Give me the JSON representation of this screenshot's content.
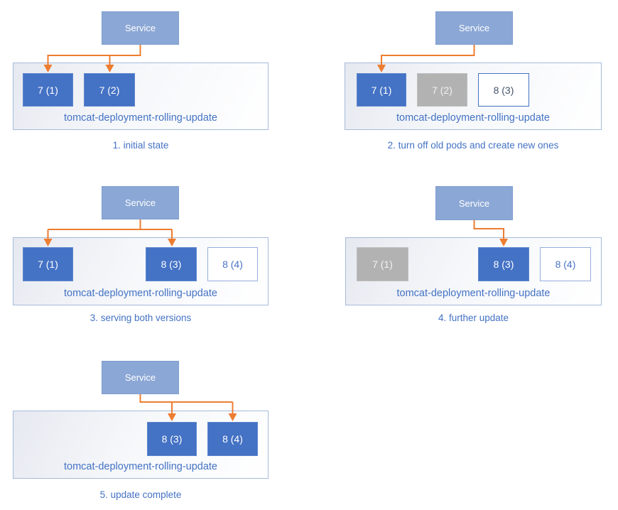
{
  "colors": {
    "service_fill": "#8BA7D5",
    "pod_active_fill": "#4472C4",
    "pod_inactive_fill": "#B2B2B2",
    "pod_new_border": "#95AEDE",
    "connector_orange": "#ED7D31",
    "label_blue": "#4472C4"
  },
  "panels": [
    {
      "caption": "1. initial state",
      "service_label": "Service",
      "deployment_label": "tomcat-deployment-rolling-update",
      "pods": [
        {
          "label": "7 (1)",
          "state": "active"
        },
        {
          "label": "7 (2)",
          "state": "active"
        }
      ]
    },
    {
      "caption": "2. turn off old pods and create new ones",
      "service_label": "Service",
      "deployment_label": "tomcat-deployment-rolling-update",
      "pods": [
        {
          "label": "7 (1)",
          "state": "active"
        },
        {
          "label": "7 (2)",
          "state": "inactive"
        },
        {
          "label": "8 (3)",
          "state": "new"
        }
      ]
    },
    {
      "caption": "3. serving both versions",
      "service_label": "Service",
      "deployment_label": "tomcat-deployment-rolling-update",
      "pods": [
        {
          "label": "7 (1)",
          "state": "active"
        },
        {
          "label": "8 (3)",
          "state": "active"
        },
        {
          "label": "8 (4)",
          "state": "new"
        }
      ]
    },
    {
      "caption": "4. further update",
      "service_label": "Service",
      "deployment_label": "tomcat-deployment-rolling-update",
      "pods": [
        {
          "label": "7 (1)",
          "state": "inactive"
        },
        {
          "label": "8 (3)",
          "state": "active"
        },
        {
          "label": "8 (4)",
          "state": "new"
        }
      ]
    },
    {
      "caption": "5. update complete",
      "service_label": "Service",
      "deployment_label": "tomcat-deployment-rolling-update",
      "pods": [
        {
          "label": "8 (3)",
          "state": "active"
        },
        {
          "label": "8 (4)",
          "state": "active"
        }
      ]
    }
  ]
}
